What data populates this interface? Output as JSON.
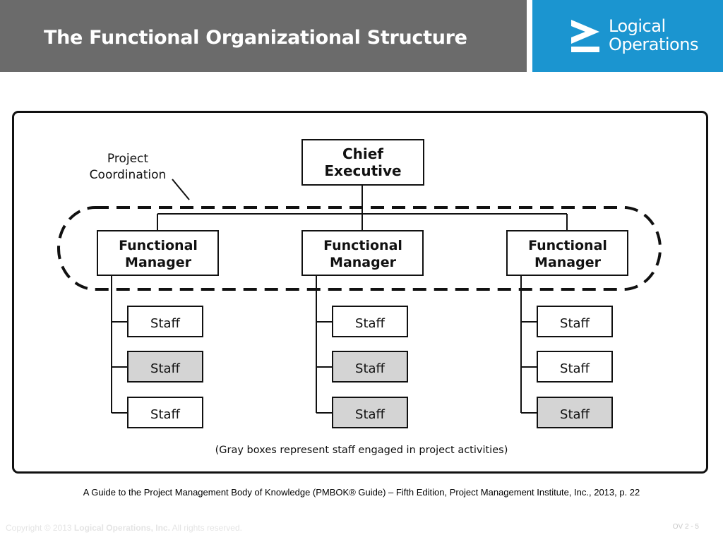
{
  "header": {
    "title": "The Functional Organizational Structure",
    "logo": {
      "line1": "Logical",
      "line2": "Operations",
      "icon": "chevron-logo-icon"
    }
  },
  "diagram": {
    "top_box": {
      "line1": "Chief",
      "line2": "Executive"
    },
    "coordination_label": {
      "line1": "Project",
      "line2": "Coordination"
    },
    "managers": [
      {
        "line1": "Functional",
        "line2": "Manager"
      },
      {
        "line1": "Functional",
        "line2": "Manager"
      },
      {
        "line1": "Functional",
        "line2": "Manager"
      }
    ],
    "staff_columns": [
      [
        {
          "label": "Staff",
          "gray": false
        },
        {
          "label": "Staff",
          "gray": true
        },
        {
          "label": "Staff",
          "gray": false
        }
      ],
      [
        {
          "label": "Staff",
          "gray": false
        },
        {
          "label": "Staff",
          "gray": true
        },
        {
          "label": "Staff",
          "gray": true
        }
      ],
      [
        {
          "label": "Staff",
          "gray": false
        },
        {
          "label": "Staff",
          "gray": false
        },
        {
          "label": "Staff",
          "gray": true
        }
      ]
    ],
    "note": "(Gray boxes represent staff engaged in project activities)",
    "colors": {
      "gray_box": "#d4d4d4",
      "white_box": "#ffffff",
      "line": "#111111"
    }
  },
  "citation": "A Guide to the Project Management Body of Knowledge (PMBOK® Guide) – Fifth Edition, Project Management Institute, Inc., 2013, p. 22",
  "footer": {
    "copyright_prefix": "Copyright © 2013 ",
    "company": "Logical Operations, Inc.",
    "copyright_suffix": " All rights reserved.",
    "page_number": "OV 2 - 5"
  },
  "colors": {
    "header_bg": "#6b6b6b",
    "logo_bg": "#1b95d0"
  }
}
